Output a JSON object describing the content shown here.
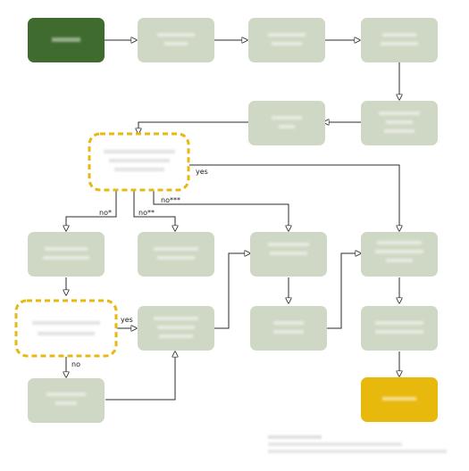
{
  "edge_labels": {
    "yes_1": "yes",
    "no_star": "no*",
    "no_double_star": "no**",
    "no_triple_star": "no***",
    "yes_2": "yes",
    "no_2": "no"
  },
  "colors": {
    "node_fill": "#cfd8c4",
    "start_fill": "#3f6b2e",
    "end_fill": "#e8b90d",
    "decision_border": "#e6b915",
    "edge": "#2b2b2b"
  }
}
